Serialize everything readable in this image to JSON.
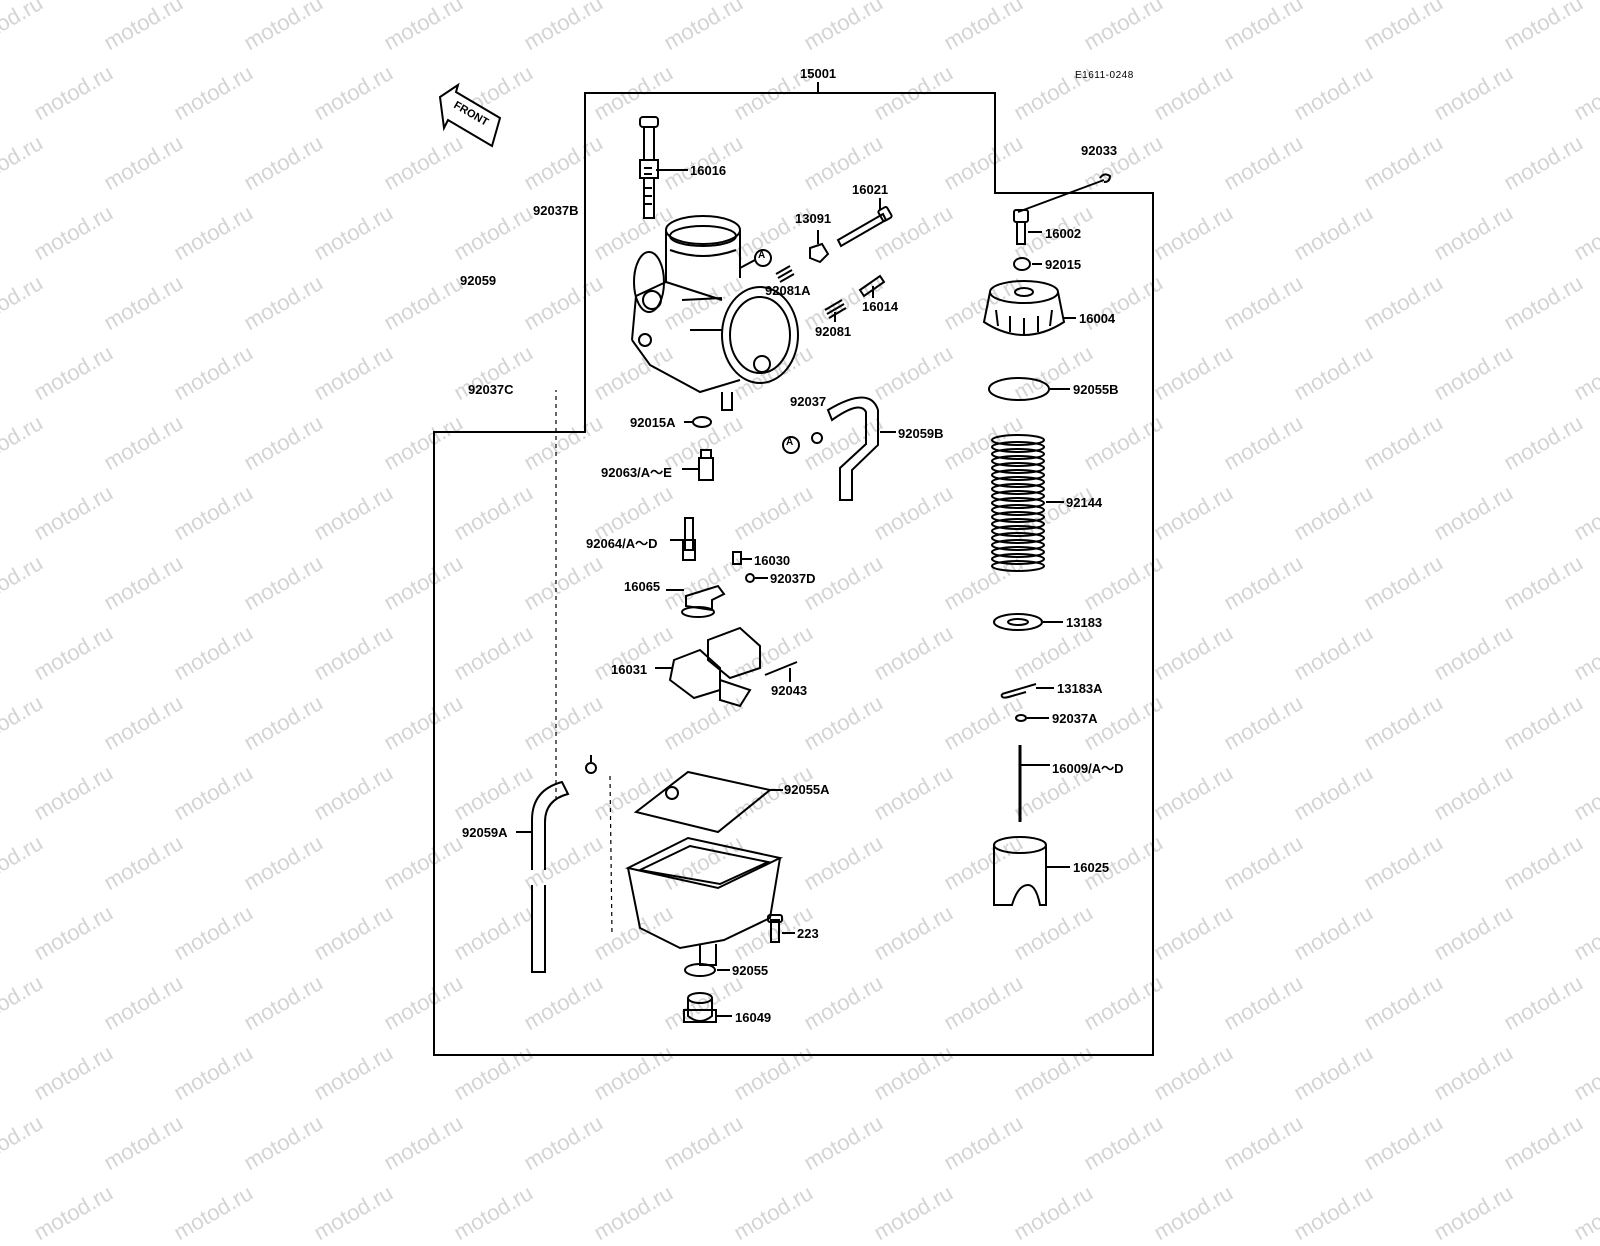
{
  "watermark": "motod.ru",
  "diagram_code": "E1611-0248",
  "front_label": "FRONT",
  "circle_marker": "A",
  "assembly_number": "15001",
  "parts": [
    "16016",
    "92037B",
    "92059",
    "92037C",
    "16021",
    "13091",
    "92081A",
    "16014",
    "92081",
    "92015A",
    "92037",
    "92059B",
    "92063/A～E",
    "92064/A～D",
    "16030",
    "92037D",
    "16065",
    "16031",
    "92043",
    "92055A",
    "92059A",
    "223",
    "92055",
    "16049",
    "92033",
    "16002",
    "92015",
    "16004",
    "92055B",
    "92144",
    "13183",
    "13183A",
    "92037A",
    "16009/A～D",
    "16025"
  ]
}
